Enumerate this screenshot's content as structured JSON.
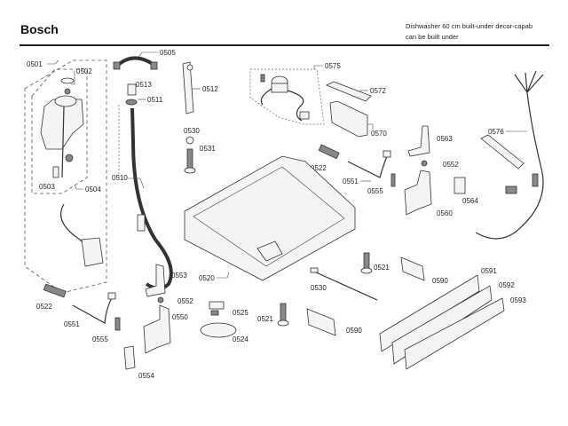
{
  "header": {
    "brand": "Bosch",
    "subtitle_line1": "Dishwasher 60 cm built-under decor-capab",
    "subtitle_line2": "can be built under"
  },
  "parts": {
    "p0501": "0501",
    "p0502": "0502",
    "p0503": "0503",
    "p0504": "0504",
    "p0505": "0505",
    "p0510": "0510",
    "p0511": "0511",
    "p0512": "0512",
    "p0513": "0513",
    "p0520": "0520",
    "p0521a": "0521",
    "p0521b": "0521",
    "p0522a": "0522",
    "p0522b": "0522",
    "p0524": "0524",
    "p0525": "0525",
    "p0530a": "0530",
    "p0530b": "0530",
    "p0531": "0531",
    "p0550": "0550",
    "p0551a": "0551",
    "p0551b": "0551",
    "p0552a": "0552",
    "p0552b": "0552",
    "p0553": "0553",
    "p0554": "0554",
    "p0555a": "0555",
    "p0555b": "0555",
    "p0560": "0560",
    "p0563": "0563",
    "p0564": "0564",
    "p0570": "0570",
    "p0572": "0572",
    "p0575": "0575",
    "p0576": "0576",
    "p0590a": "0590",
    "p0590b": "0590",
    "p0591": "0591",
    "p0592": "0592",
    "p0593": "0593"
  }
}
